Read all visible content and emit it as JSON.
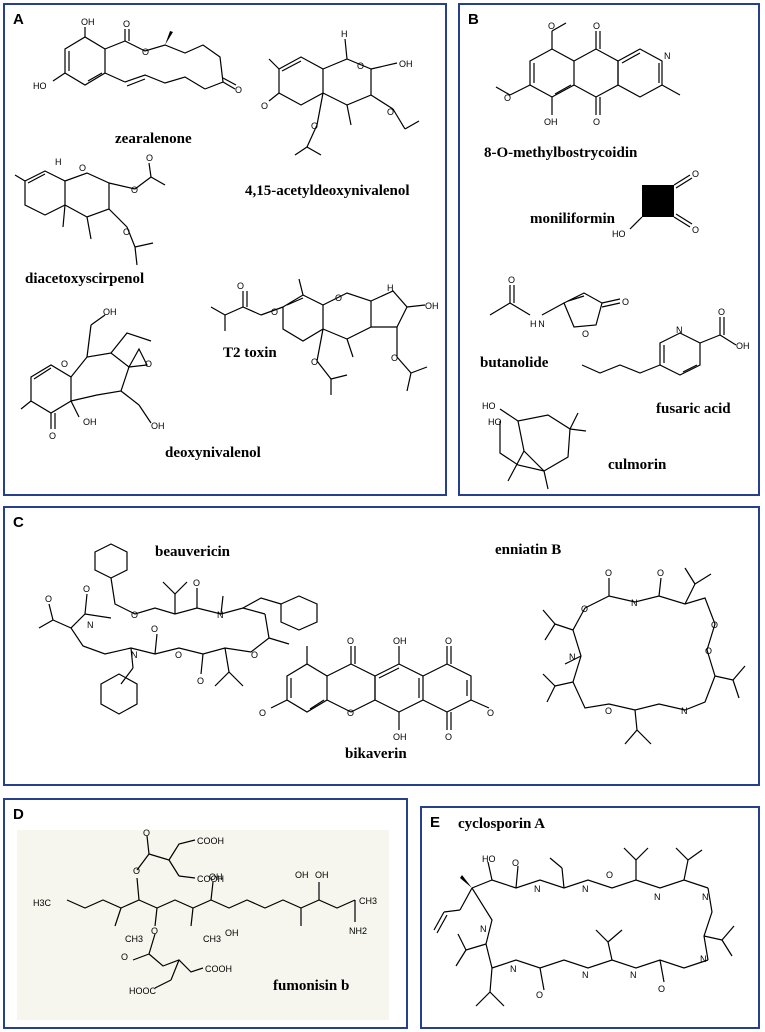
{
  "panels": {
    "a": {
      "label": "A",
      "compounds": [
        "zearalenone",
        "4,15-acetyldeoxynivalenol",
        "diacetoxyscirpenol",
        "T2 toxin",
        "deoxynivalenol"
      ]
    },
    "b": {
      "label": "B",
      "compounds": [
        "8-O-methylbostrycoidin",
        "moniliformin",
        "butanolide",
        "fusaric acid",
        "culmorin"
      ]
    },
    "c": {
      "label": "C",
      "compounds": [
        "beauvericin",
        "enniatin B",
        "bikaverin"
      ]
    },
    "d": {
      "label": "D",
      "compounds": [
        "fumonisin b"
      ]
    },
    "e": {
      "label": "E",
      "compounds": [
        "cyclosporin A"
      ]
    }
  },
  "atoms": {
    "oh": "OH",
    "ho": "HO",
    "o": "O",
    "n": "N",
    "h": "H",
    "nh": "H N",
    "cooh": "COOH",
    "hooc": "HOOC",
    "h3c": "H3C",
    "ch3": "CH3",
    "nh2": "NH2"
  },
  "colors": {
    "frame": "#27408b",
    "fumonisin_bg": "#f6f6ef"
  }
}
